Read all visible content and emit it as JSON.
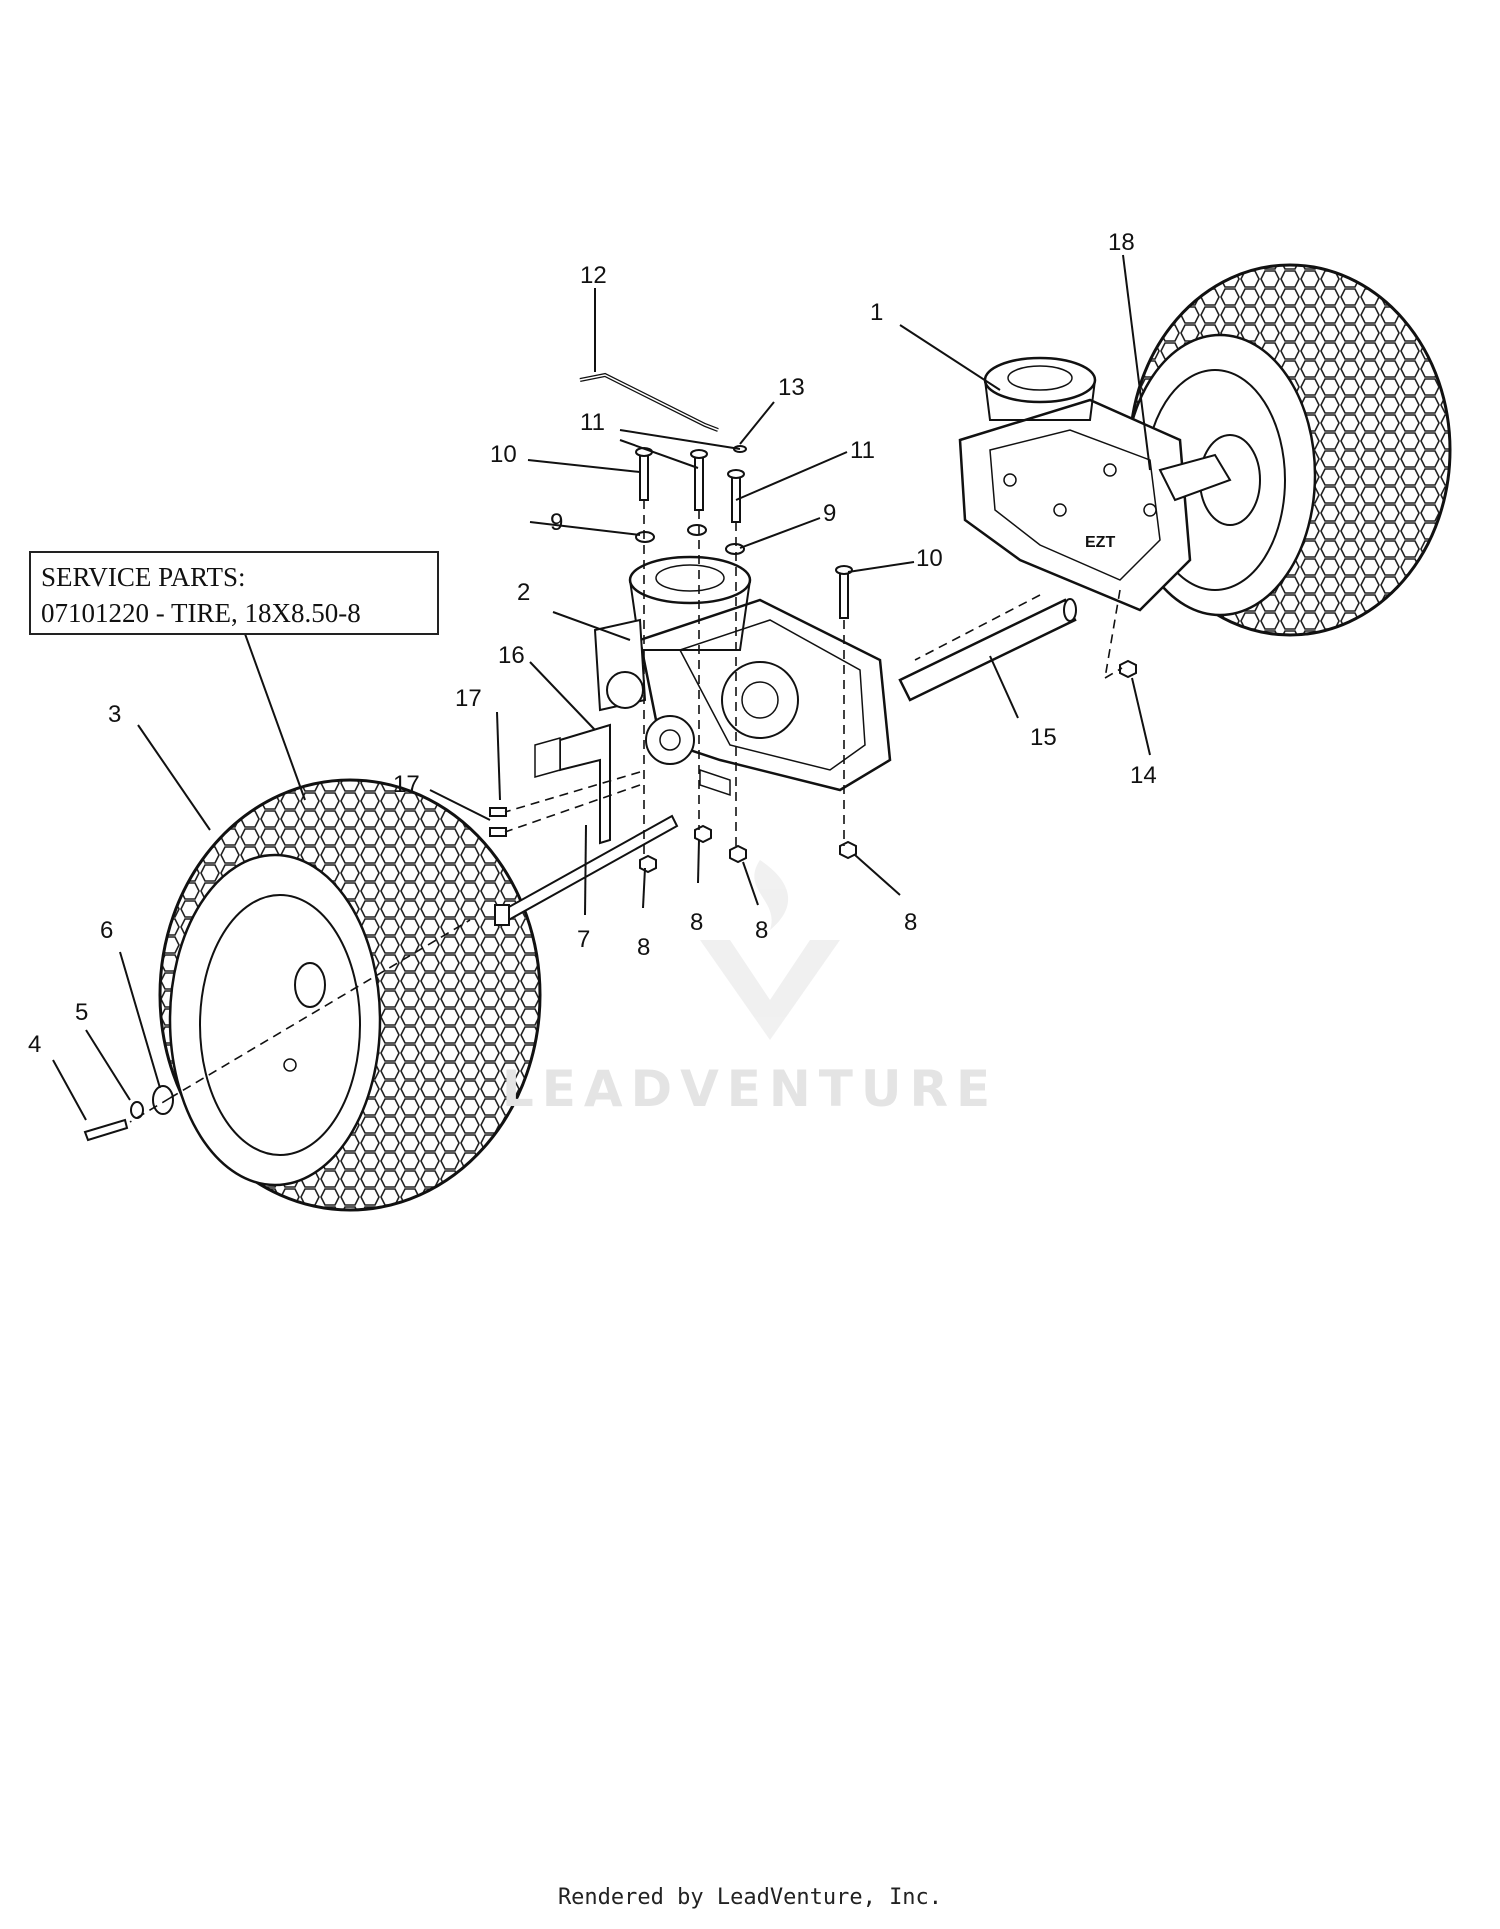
{
  "service_parts": {
    "line1": "SERVICE PARTS:",
    "line2": "07101220 - TIRE, 18X8.50-8"
  },
  "watermark": "LEADVENTURE",
  "footer": "Rendered by LeadVenture, Inc.",
  "callouts": {
    "c1": "1",
    "c2": "2",
    "c3": "3",
    "c4": "4",
    "c5": "5",
    "c6": "6",
    "c7": "7",
    "c8a": "8",
    "c8b": "8",
    "c8c": "8",
    "c8d": "8",
    "c9a": "9",
    "c9b": "9",
    "c10a": "10",
    "c10b": "10",
    "c11a": "11",
    "c11b": "11",
    "c12": "12",
    "c13": "13",
    "c14": "14",
    "c15": "15",
    "c16": "16",
    "c17a": "17",
    "c17b": "17",
    "c18": "18"
  }
}
